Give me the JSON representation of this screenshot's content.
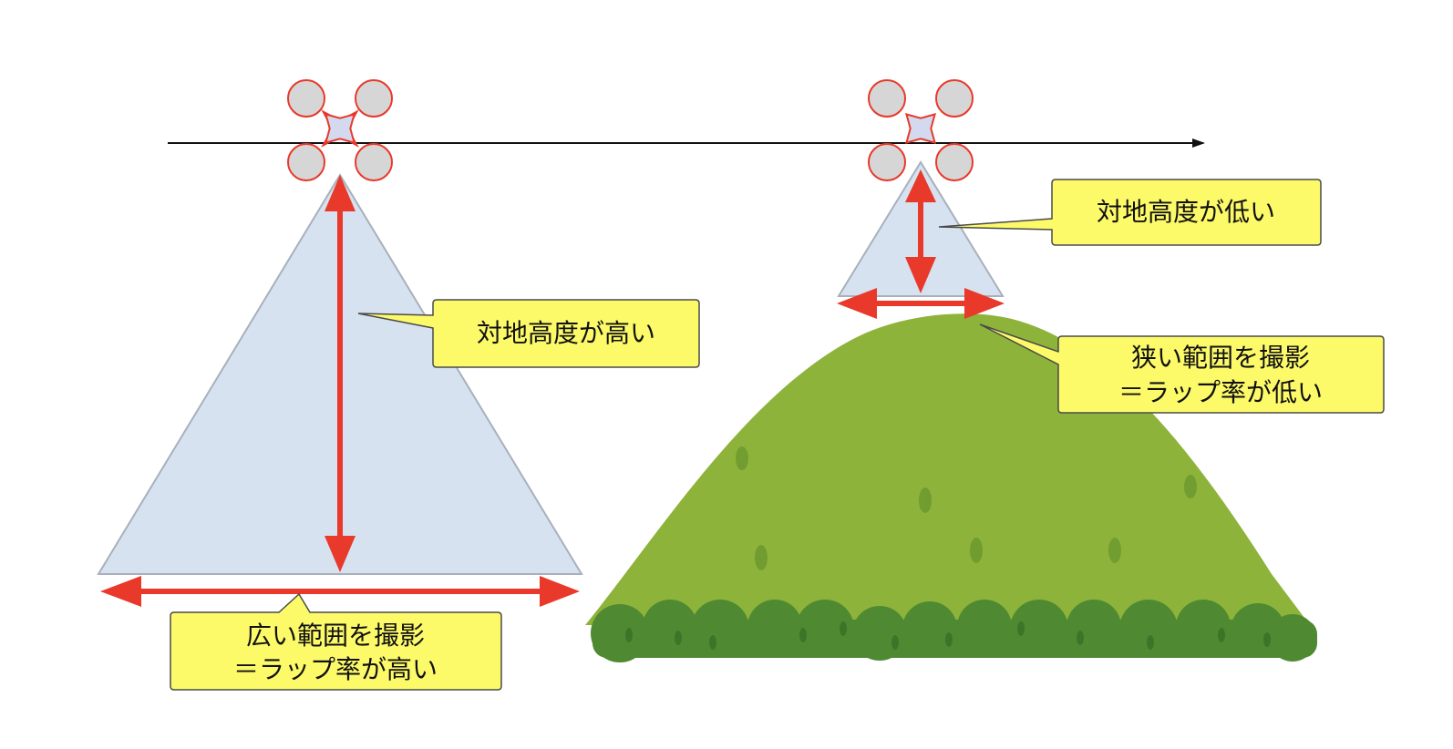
{
  "colors": {
    "cone_fill": "#d6e2f0",
    "cone_stroke": "#a8b0bb",
    "arrow_red": "#e8392a",
    "callout_fill": "#fdfa6a",
    "callout_stroke": "#4a4a4a",
    "hill_light": "#8db33a",
    "hill_dark": "#4f8a32",
    "drone_body": "#d3daf0",
    "drone_rotor": "#d6d6d6",
    "flight_line": "#111111"
  },
  "callouts": {
    "left_altitude": {
      "line1": "対地高度が高い"
    },
    "left_coverage": {
      "line1": "広い範囲を撮影",
      "line2": "＝ラップ率が高い"
    },
    "right_altitude": {
      "line1": "対地高度が低い"
    },
    "right_coverage": {
      "line1": "狭い範囲を撮影",
      "line2": "＝ラップ率が低い"
    }
  },
  "icons": {
    "left_drone": "drone-icon",
    "right_drone": "drone-icon",
    "hill": "hill-illustration"
  }
}
